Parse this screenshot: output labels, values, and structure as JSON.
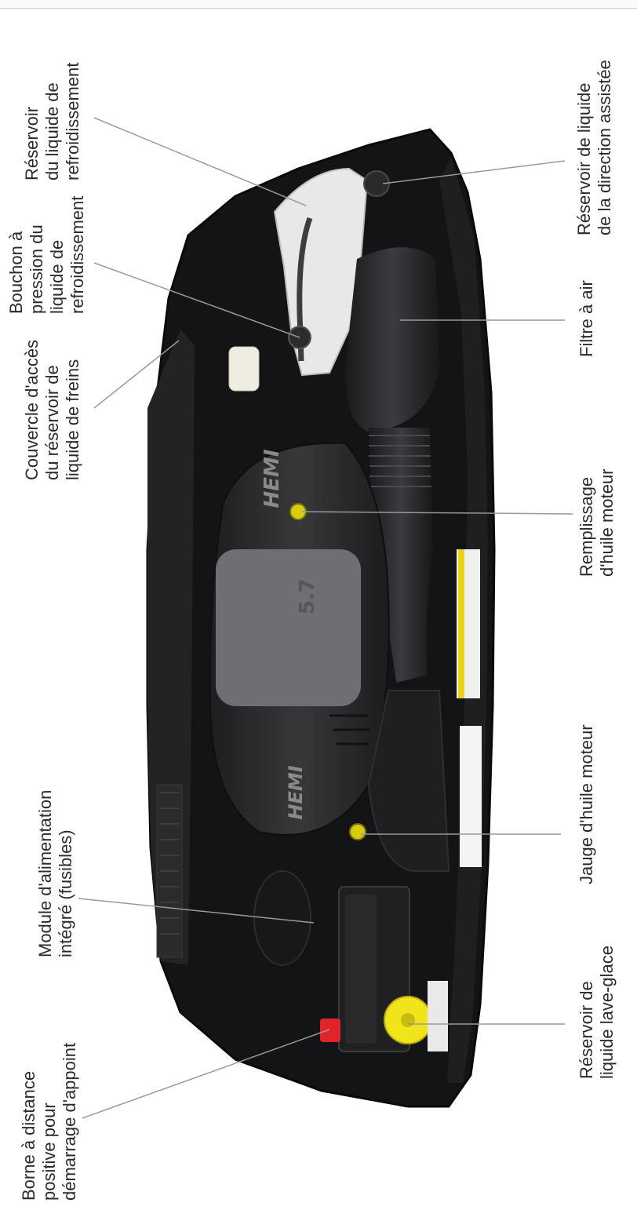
{
  "labels": {
    "coolant_reservoir": {
      "l1": "Réservoir",
      "l2": "du liquide de",
      "l3": "refroidissement"
    },
    "coolant_cap": {
      "l1": "Bouchon à",
      "l2": "pression du",
      "l3": "liquide de",
      "l4": "refroidissement"
    },
    "brake_access": {
      "l1": "Couvercle d'accès",
      "l2": "du réservoir de",
      "l3": "liquide de freins"
    },
    "power_module": {
      "l1": "Module d'alimentation",
      "l2": "intégré (fusibles)"
    },
    "remote_terminal": {
      "l1": "Borne à distance",
      "l2": "positive pour",
      "l3": "démarrage d'appoint"
    },
    "power_steering": {
      "l1": "Réservoir de liquide",
      "l2": "de la direction assistée"
    },
    "air_filter": {
      "l1": "Filtre à air"
    },
    "oil_fill": {
      "l1": "Remplissage",
      "l2": "d'huile moteur"
    },
    "dipstick": {
      "l1": "Jauge d'huile moteur"
    },
    "washer": {
      "l1": "Réservoir de",
      "l2": "liquide lave-glace"
    }
  },
  "engine_badge": "HEMI",
  "colors": {
    "engine_bay": "#141416",
    "cover": "#2a2a2d",
    "cover_top": "#6d6f72",
    "coolant_tank": "#e8e8ea",
    "oil_cap": "#d8cc10",
    "washer_cap": "#f2e41a",
    "jump_terminal": "#e0242a",
    "leader": "#9a9a9a"
  }
}
